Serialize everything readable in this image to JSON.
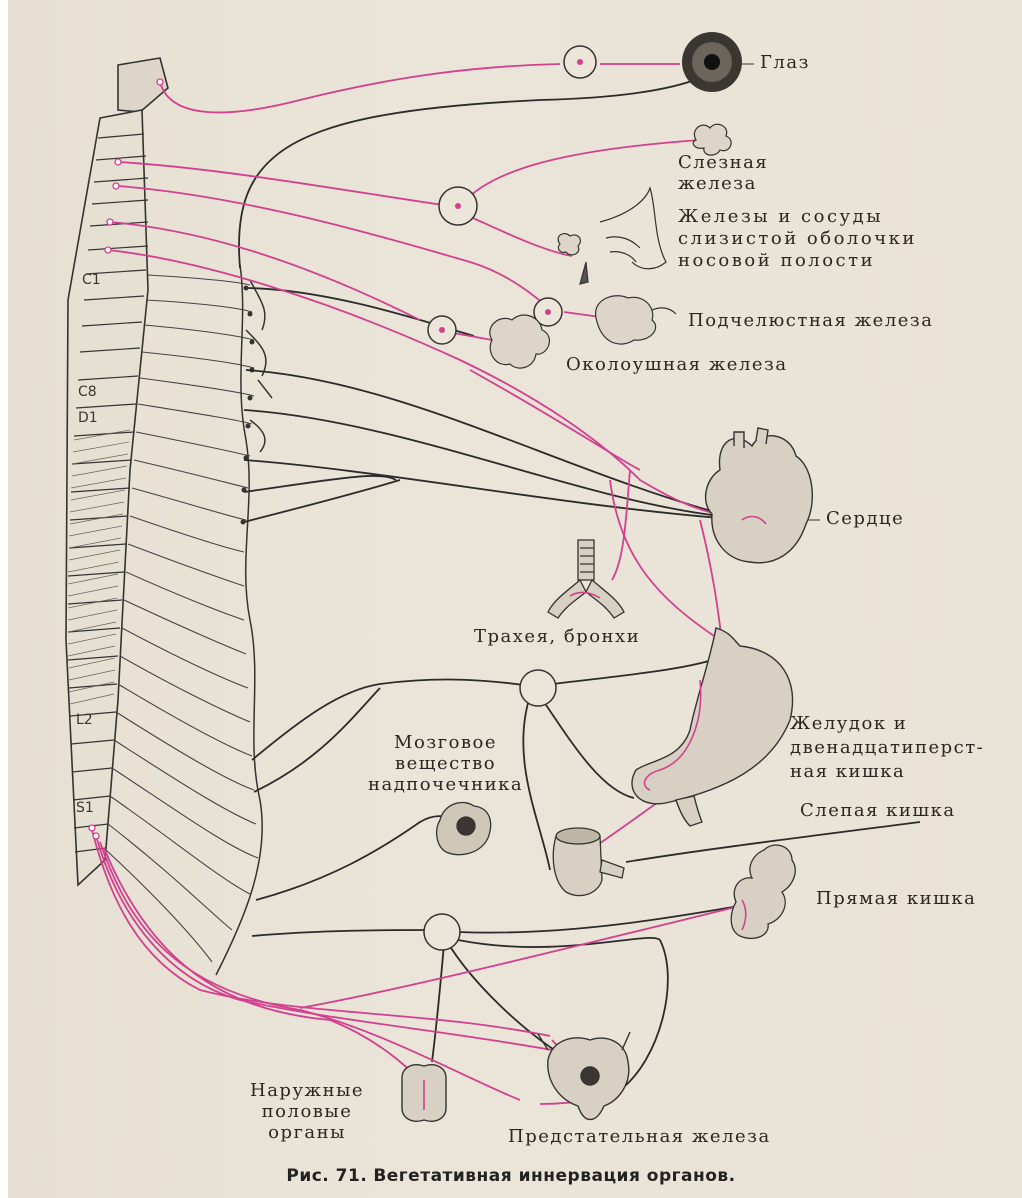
{
  "labels": {
    "eye": "Глаз",
    "lacrimal_gland": "Слезная\nжелеза",
    "nasal_glands": "Железы и сосуды\nслизистой оболочки\nносовой полости",
    "submandibular_gland": "Подчелюстная железа",
    "parotid_gland": "Околоушная железа",
    "heart": "Сердце",
    "trachea": "Трахея, бронхи",
    "stomach": "Желудок и\nдвенадцатиперст-\nная кишка",
    "adrenal_medulla": "Мозговое\nвещество\nнадпочечника",
    "cecum": "Слепая кишка",
    "rectum": "Прямая кишка",
    "genitals": "Наружные\nполовые\nорганы",
    "prostate": "Предстательная железа"
  },
  "spinal_segments": {
    "c1": "C1",
    "c8": "C8",
    "d1": "D1",
    "l2": "L2",
    "s1": "S1"
  },
  "caption": {
    "number": "Рис. 71.",
    "text": "Вегетативная иннервация органов."
  },
  "colors": {
    "parasympathetic": "#d2408f",
    "sympathetic": "#333333",
    "paper": "#e9e3d7"
  }
}
